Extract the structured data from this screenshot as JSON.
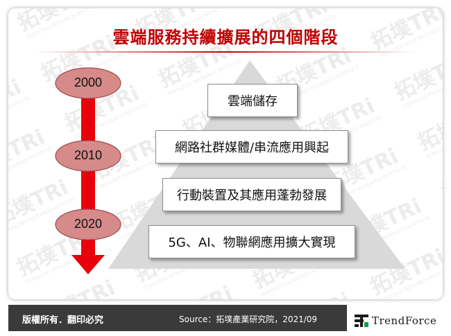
{
  "title": "雲端服務持續擴展的四個階段",
  "watermark": {
    "text_cn": "拓墣",
    "text_en": "TRi",
    "subtext": "TOPOLOGY RESEARCH INSTITUTE"
  },
  "timeline": {
    "years": [
      "2000",
      "2010",
      "2020"
    ]
  },
  "pyramid": {
    "levels": [
      "雲端儲存",
      "網路社群媒體/串流應用興起",
      "行動裝置及其應用蓬勃發展",
      "5G、AI、物聯網應用擴大實現"
    ]
  },
  "footer": {
    "copyright": "版權所有．翻印必究",
    "source": "Source：拓墣產業研究院，2021/09",
    "logo": "TrendForce"
  },
  "colors": {
    "title": "#c00000",
    "arrow": "#e8000a",
    "oval_fill": "#d68a8a",
    "pyramid": "#d9d9d9",
    "footer_bar": "#3a3a3a"
  }
}
